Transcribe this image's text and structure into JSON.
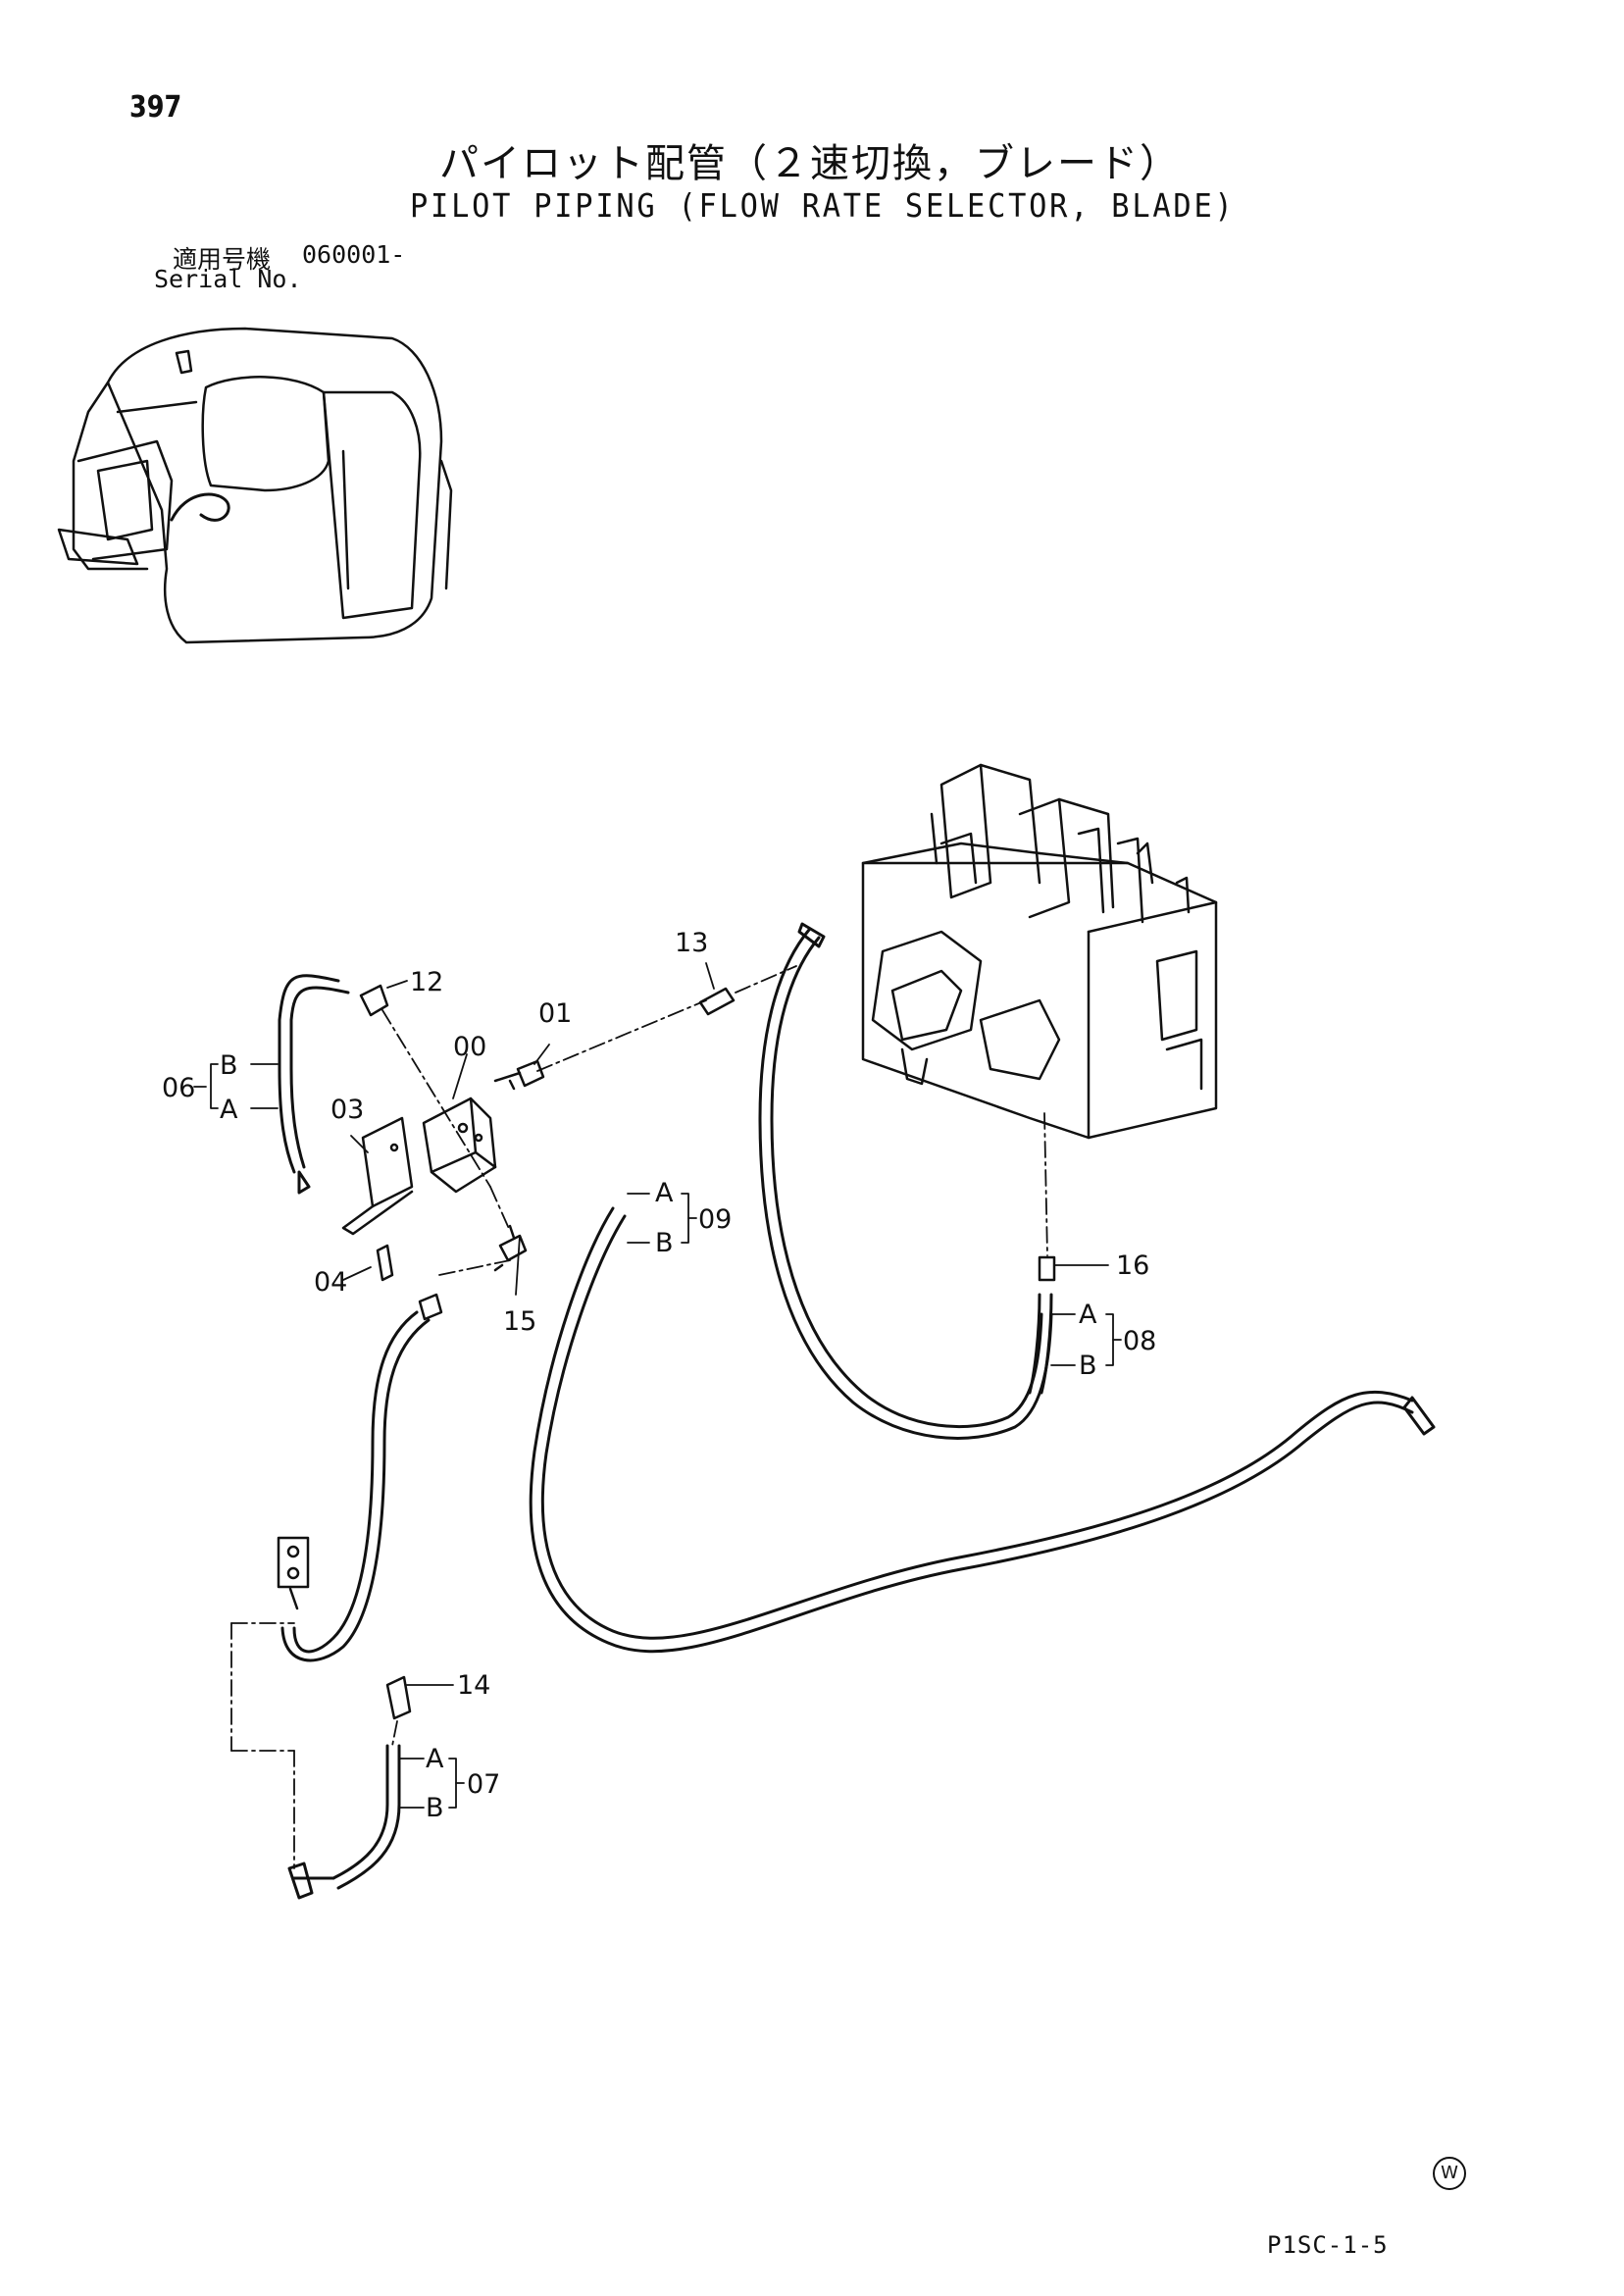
{
  "page": {
    "number": "397",
    "title_jp": "パイロット配管（２速切換，ブレード）",
    "title_en": "PILOT PIPING (FLOW RATE SELECTOR, BLADE)",
    "serial_label_jp": "適用号機",
    "serial_value": "060001-",
    "serial_label_en": "Serial No.",
    "page_code": "P1SC-1-5",
    "corner_mark": "W"
  },
  "callouts": {
    "c00": "00",
    "c01": "01",
    "c03": "03",
    "c04": "04",
    "c06": "06",
    "c07": "07",
    "c08": "08",
    "c09": "09",
    "c12": "12",
    "c13": "13",
    "c14": "14",
    "c15": "15",
    "c16": "16"
  },
  "sub_labels": {
    "a": "A",
    "b": "B"
  },
  "colors": {
    "ink": "#111111",
    "background": "#ffffff"
  }
}
